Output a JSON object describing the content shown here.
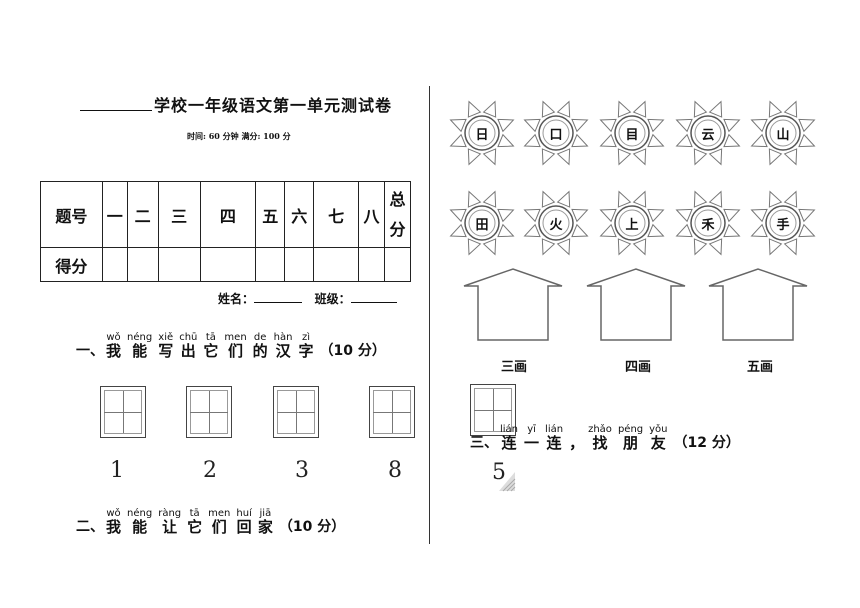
{
  "header": {
    "title": "学校一年级语文第一单元测试卷",
    "subtitle": "时间: 60 分钟   满分: 100 分"
  },
  "score_table": {
    "row1": [
      "题号",
      "一",
      "二",
      "三",
      "四",
      "五",
      "六",
      "七",
      "八"
    ],
    "total_top": "总",
    "total_bottom": "分",
    "row2_label": "得分"
  },
  "info": {
    "name_label": "姓名：",
    "class_label": "班级："
  },
  "q1": {
    "number": "一、",
    "chars": [
      {
        "py": "wǒ",
        "hz": "我"
      },
      {
        "py": "néng",
        "hz": "能"
      },
      {
        "py": "xiě",
        "hz": "写"
      },
      {
        "py": "chū",
        "hz": "出"
      },
      {
        "py": "tā",
        "hz": "它"
      },
      {
        "py": "men",
        "hz": "们"
      },
      {
        "py": "de",
        "hz": "的"
      },
      {
        "py": "hàn",
        "hz": "汉"
      },
      {
        "py": "zì",
        "hz": "字"
      }
    ],
    "points": "（10 分）",
    "digits": [
      "1",
      "2",
      "3",
      "8",
      "5"
    ]
  },
  "q2": {
    "number": "二、",
    "chars": [
      {
        "py": "wǒ",
        "hz": "我"
      },
      {
        "py": "néng",
        "hz": "能"
      },
      {
        "py": "ràng",
        "hz": "让"
      },
      {
        "py": "tā",
        "hz": "它"
      },
      {
        "py": "men",
        "hz": "们"
      },
      {
        "py": "huí",
        "hz": "回"
      },
      {
        "py": "jiā",
        "hz": "家"
      }
    ],
    "points": "（10 分）"
  },
  "q3": {
    "number": "三、",
    "chars": [
      {
        "py": "lián",
        "hz": "连"
      },
      {
        "py": "yī",
        "hz": "一"
      },
      {
        "py": "lián",
        "hz": "连"
      },
      {
        "py": "",
        "hz": "，"
      },
      {
        "py": "zhǎo",
        "hz": "找"
      },
      {
        "py": "péng",
        "hz": "朋"
      },
      {
        "py": "yǒu",
        "hz": "友"
      }
    ],
    "points": "（12 分）"
  },
  "suns_row1": [
    "日",
    "口",
    "目",
    "云",
    "山"
  ],
  "suns_row2": [
    "田",
    "火",
    "上",
    "禾",
    "手"
  ],
  "houses": [
    "三画",
    "四画",
    "五画"
  ]
}
